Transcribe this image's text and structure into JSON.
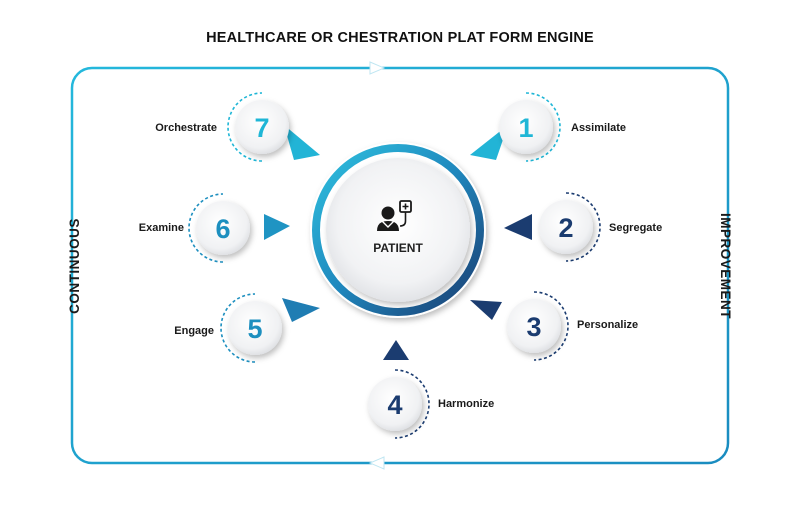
{
  "title": "HEALTHCARE OR CHESTRATION PLAT FORM ENGINE",
  "left_label": "CONTINUOUS",
  "right_label": "IMPROVEMENT",
  "center": {
    "label": "PATIENT",
    "icon": "patient-doctor-icon"
  },
  "steps": [
    {
      "number": "1",
      "label": "Assimilate"
    },
    {
      "number": "2",
      "label": "Segregate"
    },
    {
      "number": "3",
      "label": "Personalize"
    },
    {
      "number": "4",
      "label": "Harmonize"
    },
    {
      "number": "5",
      "label": "Engage"
    },
    {
      "number": "6",
      "label": "Examine"
    },
    {
      "number": "7",
      "label": "Orchestrate"
    }
  ],
  "colors": {
    "cyan": "#1fb6d6",
    "blue": "#1d8fbf",
    "navy": "#1b3c70"
  }
}
